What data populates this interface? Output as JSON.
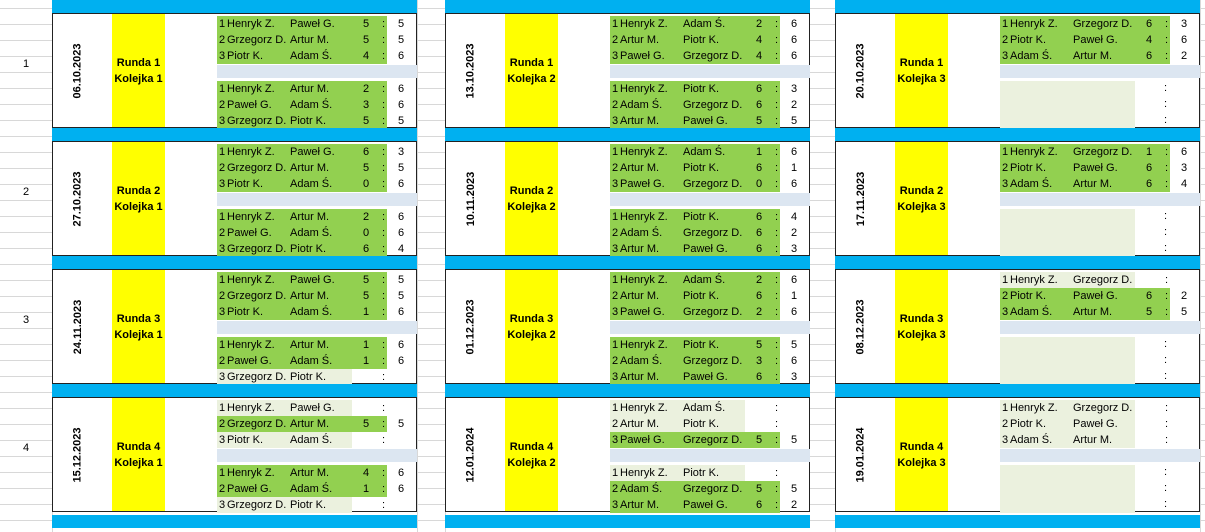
{
  "rows": [
    {
      "num": "1",
      "cells": [
        {
          "date": "06.10.2023",
          "round": "Runda 1",
          "round_leg": "Kolejka 1",
          "groups": [
            [
              {
                "n": "1",
                "h": "Henryk Z.",
                "a": "Paweł G.",
                "hs": "5",
                "as": "5",
                "played": true
              },
              {
                "n": "2",
                "h": "Grzegorz D.",
                "a": "Artur M.",
                "hs": "5",
                "as": "5",
                "played": true
              },
              {
                "n": "3",
                "h": "Piotr K.",
                "a": "Adam Ś.",
                "hs": "4",
                "as": "6",
                "played": true
              }
            ],
            [
              {
                "n": "1",
                "h": "Henryk Z.",
                "a": "Artur M.",
                "hs": "2",
                "as": "6",
                "played": true
              },
              {
                "n": "2",
                "h": "Paweł G.",
                "a": "Adam Ś.",
                "hs": "3",
                "as": "6",
                "played": true
              },
              {
                "n": "3",
                "h": "Grzegorz D.",
                "a": "Piotr K.",
                "hs": "5",
                "as": "5",
                "played": true
              }
            ]
          ]
        },
        {
          "date": "13.10.2023",
          "round": "Runda 1",
          "round_leg": "Kolejka 2",
          "groups": [
            [
              {
                "n": "1",
                "h": "Henryk Z.",
                "a": "Adam Ś.",
                "hs": "2",
                "as": "6",
                "played": true
              },
              {
                "n": "2",
                "h": "Artur M.",
                "a": "Piotr K.",
                "hs": "4",
                "as": "6",
                "played": true
              },
              {
                "n": "3",
                "h": "Paweł G.",
                "a": "Grzegorz D.",
                "hs": "4",
                "as": "6",
                "played": true
              }
            ],
            [
              {
                "n": "1",
                "h": "Henryk Z.",
                "a": "Piotr K.",
                "hs": "6",
                "as": "3",
                "played": true
              },
              {
                "n": "2",
                "h": "Adam Ś.",
                "a": "Grzegorz D.",
                "hs": "6",
                "as": "2",
                "played": true
              },
              {
                "n": "3",
                "h": "Artur M.",
                "a": "Paweł G.",
                "hs": "5",
                "as": "5",
                "played": true
              }
            ]
          ]
        },
        {
          "date": "20.10.2023",
          "round": "Runda 1",
          "round_leg": "Kolejka 3",
          "groups": [
            [
              {
                "n": "1",
                "h": "Henryk Z.",
                "a": "Grzegorz D.",
                "hs": "6",
                "as": "3",
                "played": true
              },
              {
                "n": "2",
                "h": "Piotr K.",
                "a": "Paweł G.",
                "hs": "4",
                "as": "6",
                "played": true
              },
              {
                "n": "3",
                "h": "Adam Ś.",
                "a": "Artur M.",
                "hs": "6",
                "as": "2",
                "played": true
              }
            ],
            []
          ]
        }
      ]
    },
    {
      "num": "2",
      "cells": [
        {
          "date": "27.10.2023",
          "round": "Runda 2",
          "round_leg": "Kolejka 1",
          "groups": [
            [
              {
                "n": "1",
                "h": "Henryk Z.",
                "a": "Paweł G.",
                "hs": "6",
                "as": "3",
                "played": true
              },
              {
                "n": "2",
                "h": "Grzegorz D.",
                "a": "Artur M.",
                "hs": "5",
                "as": "5",
                "played": true
              },
              {
                "n": "3",
                "h": "Piotr K.",
                "a": "Adam Ś.",
                "hs": "0",
                "as": "6",
                "played": true
              }
            ],
            [
              {
                "n": "1",
                "h": "Henryk Z.",
                "a": "Artur M.",
                "hs": "2",
                "as": "6",
                "played": true
              },
              {
                "n": "2",
                "h": "Paweł G.",
                "a": "Adam Ś.",
                "hs": "0",
                "as": "6",
                "played": true
              },
              {
                "n": "3",
                "h": "Grzegorz D.",
                "a": "Piotr K.",
                "hs": "6",
                "as": "4",
                "played": true
              }
            ]
          ]
        },
        {
          "date": "10.11.2023",
          "round": "Runda 2",
          "round_leg": "Kolejka 2",
          "groups": [
            [
              {
                "n": "1",
                "h": "Henryk Z.",
                "a": "Adam Ś.",
                "hs": "1",
                "as": "6",
                "played": true
              },
              {
                "n": "2",
                "h": "Artur M.",
                "a": "Piotr K.",
                "hs": "6",
                "as": "1",
                "played": true
              },
              {
                "n": "3",
                "h": "Paweł G.",
                "a": "Grzegorz D.",
                "hs": "0",
                "as": "6",
                "played": true
              }
            ],
            [
              {
                "n": "1",
                "h": "Henryk Z.",
                "a": "Piotr K.",
                "hs": "6",
                "as": "4",
                "played": true
              },
              {
                "n": "2",
                "h": "Adam Ś.",
                "a": "Grzegorz D.",
                "hs": "6",
                "as": "2",
                "played": true
              },
              {
                "n": "3",
                "h": "Artur M.",
                "a": "Paweł G.",
                "hs": "6",
                "as": "3",
                "played": true
              }
            ]
          ]
        },
        {
          "date": "17.11.2023",
          "round": "Runda 2",
          "round_leg": "Kolejka 3",
          "groups": [
            [
              {
                "n": "1",
                "h": "Henryk Z.",
                "a": "Grzegorz D.",
                "hs": "1",
                "as": "6",
                "played": true
              },
              {
                "n": "2",
                "h": "Piotr K.",
                "a": "Paweł G.",
                "hs": "6",
                "as": "3",
                "played": true
              },
              {
                "n": "3",
                "h": "Adam Ś.",
                "a": "Artur M.",
                "hs": "6",
                "as": "4",
                "played": true
              }
            ],
            []
          ]
        }
      ]
    },
    {
      "num": "3",
      "cells": [
        {
          "date": "24.11.2023",
          "round": "Runda 3",
          "round_leg": "Kolejka 1",
          "groups": [
            [
              {
                "n": "1",
                "h": "Henryk Z.",
                "a": "Paweł G.",
                "hs": "5",
                "as": "5",
                "played": true
              },
              {
                "n": "2",
                "h": "Grzegorz D.",
                "a": "Artur M.",
                "hs": "5",
                "as": "5",
                "played": true
              },
              {
                "n": "3",
                "h": "Piotr K.",
                "a": "Adam Ś.",
                "hs": "1",
                "as": "6",
                "played": true
              }
            ],
            [
              {
                "n": "1",
                "h": "Henryk Z.",
                "a": "Artur M.",
                "hs": "1",
                "as": "6",
                "played": true
              },
              {
                "n": "2",
                "h": "Paweł G.",
                "a": "Adam Ś.",
                "hs": "1",
                "as": "6",
                "played": true
              },
              {
                "n": "3",
                "h": "Grzegorz D.",
                "a": "Piotr K.",
                "hs": "",
                "as": "",
                "played": false
              }
            ]
          ]
        },
        {
          "date": "01.12.2023",
          "round": "Runda 3",
          "round_leg": "Kolejka 2",
          "groups": [
            [
              {
                "n": "1",
                "h": "Henryk Z.",
                "a": "Adam Ś.",
                "hs": "2",
                "as": "6",
                "played": true
              },
              {
                "n": "2",
                "h": "Artur M.",
                "a": "Piotr K.",
                "hs": "6",
                "as": "1",
                "played": true
              },
              {
                "n": "3",
                "h": "Paweł G.",
                "a": "Grzegorz D.",
                "hs": "2",
                "as": "6",
                "played": true
              }
            ],
            [
              {
                "n": "1",
                "h": "Henryk Z.",
                "a": "Piotr K.",
                "hs": "5",
                "as": "5",
                "played": true
              },
              {
                "n": "2",
                "h": "Adam Ś.",
                "a": "Grzegorz D.",
                "hs": "3",
                "as": "6",
                "played": true
              },
              {
                "n": "3",
                "h": "Artur M.",
                "a": "Paweł G.",
                "hs": "6",
                "as": "3",
                "played": true
              }
            ]
          ]
        },
        {
          "date": "08.12.2023",
          "round": "Runda 3",
          "round_leg": "Kolejka 3",
          "groups": [
            [
              {
                "n": "1",
                "h": "Henryk Z.",
                "a": "Grzegorz D.",
                "hs": "",
                "as": "",
                "played": false
              },
              {
                "n": "2",
                "h": "Piotr K.",
                "a": "Paweł G.",
                "hs": "6",
                "as": "2",
                "played": true
              },
              {
                "n": "3",
                "h": "Adam Ś.",
                "a": "Artur M.",
                "hs": "5",
                "as": "5",
                "played": true
              }
            ],
            []
          ]
        }
      ]
    },
    {
      "num": "4",
      "cells": [
        {
          "date": "15.12.2023",
          "round": "Runda 4",
          "round_leg": "Kolejka 1",
          "groups": [
            [
              {
                "n": "1",
                "h": "Henryk Z.",
                "a": "Paweł G.",
                "hs": "",
                "as": "",
                "played": false
              },
              {
                "n": "2",
                "h": "Grzegorz D.",
                "a": "Artur M.",
                "hs": "5",
                "as": "5",
                "played": true
              },
              {
                "n": "3",
                "h": "Piotr K.",
                "a": "Adam Ś.",
                "hs": "",
                "as": "",
                "played": false
              }
            ],
            [
              {
                "n": "1",
                "h": "Henryk Z.",
                "a": "Artur M.",
                "hs": "4",
                "as": "6",
                "played": true
              },
              {
                "n": "2",
                "h": "Paweł G.",
                "a": "Adam Ś.",
                "hs": "1",
                "as": "6",
                "played": true
              },
              {
                "n": "3",
                "h": "Grzegorz D.",
                "a": "Piotr K.",
                "hs": "",
                "as": "",
                "played": false
              }
            ]
          ]
        },
        {
          "date": "12.01.2024",
          "round": "Runda 4",
          "round_leg": "Kolejka 2",
          "groups": [
            [
              {
                "n": "1",
                "h": "Henryk Z.",
                "a": "Adam Ś.",
                "hs": "",
                "as": "",
                "played": false
              },
              {
                "n": "2",
                "h": "Artur M.",
                "a": "Piotr K.",
                "hs": "",
                "as": "",
                "played": false
              },
              {
                "n": "3",
                "h": "Paweł G.",
                "a": "Grzegorz D.",
                "hs": "5",
                "as": "5",
                "played": true
              }
            ],
            [
              {
                "n": "1",
                "h": "Henryk Z.",
                "a": "Piotr K.",
                "hs": "",
                "as": "",
                "played": false
              },
              {
                "n": "2",
                "h": "Adam Ś.",
                "a": "Grzegorz D.",
                "hs": "5",
                "as": "5",
                "played": true
              },
              {
                "n": "3",
                "h": "Artur M.",
                "a": "Paweł G.",
                "hs": "6",
                "as": "2",
                "played": true
              }
            ]
          ]
        },
        {
          "date": "19.01.2024",
          "round": "Runda 4",
          "round_leg": "Kolejka 3",
          "groups": [
            [
              {
                "n": "1",
                "h": "Henryk Z.",
                "a": "Grzegorz D.",
                "hs": "",
                "as": "",
                "played": false
              },
              {
                "n": "2",
                "h": "Piotr K.",
                "a": "Paweł G.",
                "hs": "",
                "as": "",
                "played": false
              },
              {
                "n": "3",
                "h": "Adam Ś.",
                "a": "Artur M.",
                "hs": "",
                "as": "",
                "played": false
              }
            ],
            []
          ]
        }
      ]
    }
  ],
  "colors": {
    "bar": "#00b0f0",
    "yellow": "#ffff00",
    "played": "#92d050",
    "pending": "#ebf1de",
    "separator": "#dce6f1"
  }
}
